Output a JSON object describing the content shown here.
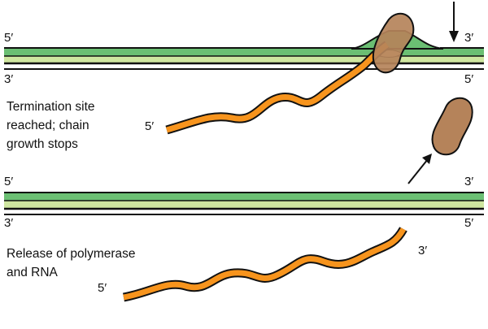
{
  "colors": {
    "strand_dark": "#6bbf73",
    "strand_light": "#cfe6a0",
    "outline": "#111111",
    "rna": "#f7941d",
    "polymerase": "#b5835a",
    "bubble": "#f4e7b0"
  },
  "icons": {
    "termination_arrow": "arrow-down-icon",
    "release_arrow": "arrow-up-right-icon",
    "polymerase": "rna-polymerase-shape",
    "rna": "rna-strand-shape"
  },
  "panel1": {
    "top_left": "5′",
    "top_right": "3′",
    "bottom_left": "3′",
    "bottom_right": "5′",
    "rna_end": "5′",
    "caption_line1": "Termination site",
    "caption_line2": "reached; chain",
    "caption_line3": "growth stops"
  },
  "panel2": {
    "top_left": "5′",
    "top_right": "3′",
    "bottom_left": "3′",
    "bottom_right": "5′",
    "rna_start": "5′",
    "rna_end": "3′",
    "caption_line1": "Release of polymerase",
    "caption_line2": "and RNA"
  }
}
